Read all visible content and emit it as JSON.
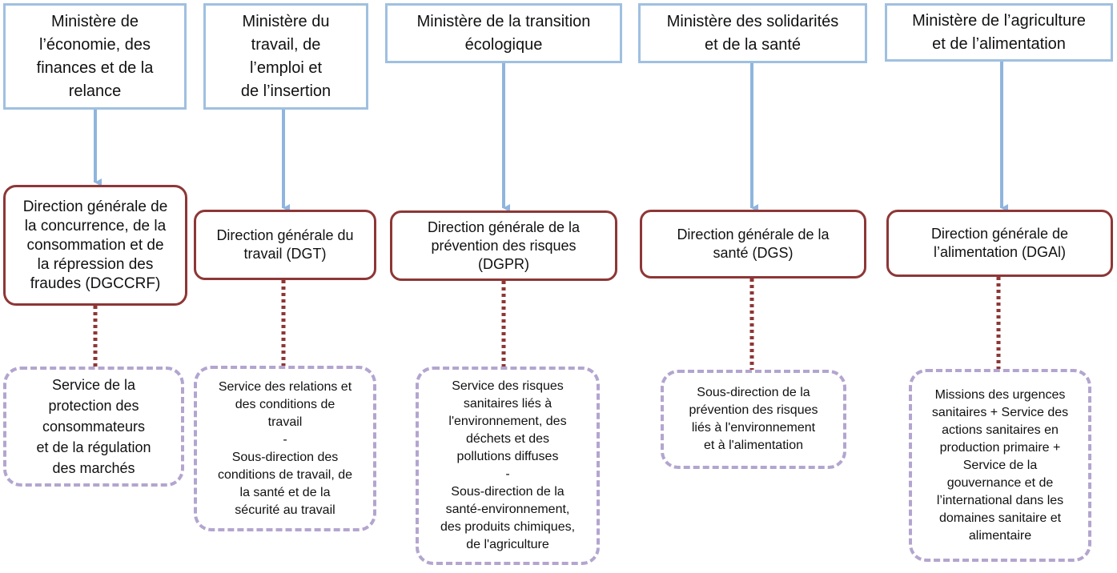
{
  "colors": {
    "ministry_border": "#9fc0e0",
    "arrow": "#8fb5de",
    "direction_border": "#8e3636",
    "dotted_link": "#8e3636",
    "service_border": "#b3a5cf"
  },
  "columns": [
    {
      "ministry": [
        "Ministère de",
        "l’économie, des",
        "finances et de la",
        "relance"
      ],
      "direction": [
        "Direction générale de",
        "la concurrence, de la",
        "consommation et de",
        "la répression des",
        "fraudes (DGCCRF)"
      ],
      "service": [
        "Service de la",
        "protection des",
        "consommateurs",
        "et de la régulation",
        "des marchés"
      ]
    },
    {
      "ministry": [
        "Ministère du",
        "travail, de",
        "l’emploi et",
        "de l’insertion"
      ],
      "direction": [
        "Direction générale du",
        "travail (DGT)"
      ],
      "service": [
        "Service des relations et",
        "des conditions de",
        "travail",
        "-",
        "Sous-direction des",
        "conditions de travail, de",
        "la santé et de la",
        "sécurité au travail"
      ]
    },
    {
      "ministry": [
        "Ministère de la transition",
        "écologique"
      ],
      "direction": [
        "Direction générale de la",
        "prévention des risques",
        "(DGPR)"
      ],
      "service": [
        "Service des risques",
        "sanitaires liés à",
        "l'environnement, des",
        "déchets et des",
        "pollutions diffuses",
        "-",
        "Sous-direction de la",
        "santé-environnement,",
        "des produits chimiques,",
        "de l'agriculture"
      ]
    },
    {
      "ministry": [
        "Ministère des solidarités",
        "et de la santé"
      ],
      "direction": [
        "Direction générale de la",
        "santé (DGS)"
      ],
      "service": [
        "Sous-direction de la",
        "prévention des risques",
        "liés à l'environnement",
        "et à l'alimentation"
      ]
    },
    {
      "ministry": [
        "Ministère de l’agriculture",
        "et de l’alimentation"
      ],
      "direction": [
        "Direction générale de",
        "l’alimentation (DGAl)"
      ],
      "service": [
        "Missions des urgences",
        "sanitaires + Service des",
        "actions sanitaires en",
        "production primaire +",
        "Service de la",
        "gouvernance et de",
        "l’international dans les",
        "domaines sanitaire et",
        "alimentaire"
      ]
    }
  ]
}
